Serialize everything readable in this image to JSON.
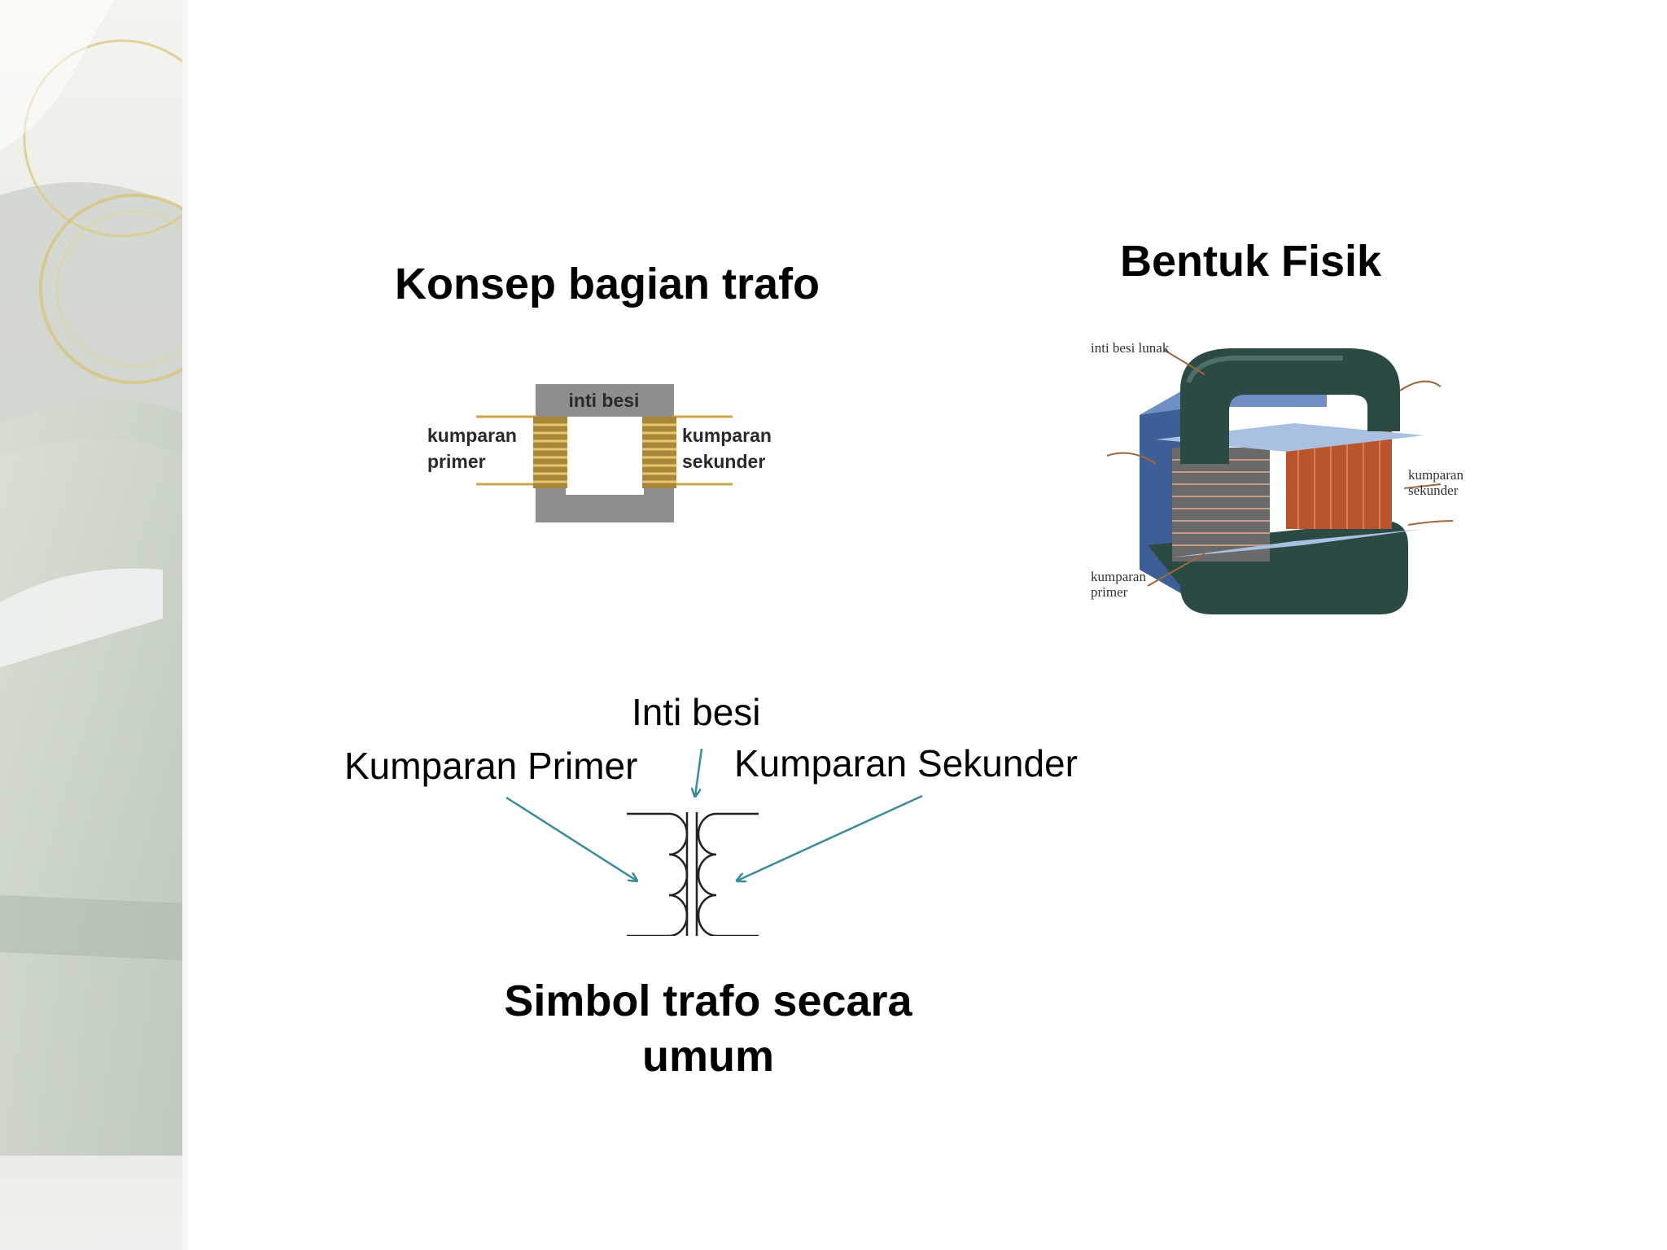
{
  "slide": {
    "titles": {
      "concept": "Konsep bagian trafo",
      "physical": "Bentuk Fisik",
      "symbol_line1": "Simbol trafo secara",
      "symbol_line2": "umum"
    },
    "concept_diagram": {
      "core_label": "inti besi",
      "primary_label_line1": "kumparan",
      "primary_label_line2": "primer",
      "secondary_label_line1": "kumparan",
      "secondary_label_line2": "sekunder"
    },
    "physical_diagram": {
      "core_label": "inti besi lunak",
      "secondary_label_line1": "kumparan",
      "secondary_label_line2": "sekunder",
      "primary_label_line1": "kumparan",
      "primary_label_line2": "primer"
    },
    "symbol_diagram": {
      "core_label": "Inti besi",
      "primary_label": "Kumparan Primer",
      "secondary_label": "Kumparan Sekunder",
      "arrow_color": "#3b8a9a"
    },
    "colors": {
      "core_gray": "#8e8e8e",
      "coil_gold": "#b8860b",
      "core_dark_green": "#2c4a44",
      "core_blue": "#5a7bb0",
      "coil_copper": "#b8552e"
    }
  }
}
